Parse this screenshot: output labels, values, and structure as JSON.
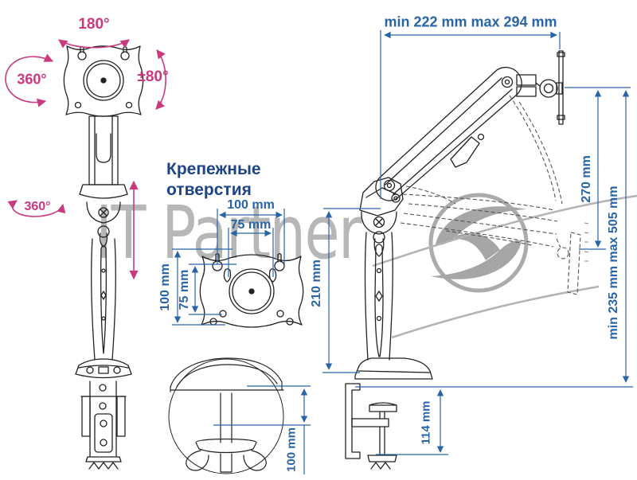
{
  "watermark": {
    "text": "IT Partner"
  },
  "front_view": {
    "rotate_top": "180°",
    "swivel_left": "360°",
    "tilt_right": "±80°",
    "rotate_base": "360°"
  },
  "mounting_holes": {
    "title_line1": "Крепежные",
    "title_line2": "отверстия",
    "width_outer": "100 mm",
    "width_inner": "75 mm",
    "height_outer": "100 mm",
    "height_inner": "75 mm"
  },
  "side_view": {
    "reach": "min 222 mm max 294 mm",
    "drop_270": "270 mm",
    "height_range": "min 235 mm max 505 mm",
    "pole_height": "210 mm",
    "clamp_depth": "114 mm"
  },
  "clamp_detail": {
    "grommet_length": "100 mm"
  },
  "colors": {
    "dimension_blue": "#2a64a8",
    "title_navy": "#1d4486",
    "annotation_magenta": "#c8397e",
    "line_dark": "#222222",
    "watermark_gray": "#b7b7b7"
  }
}
